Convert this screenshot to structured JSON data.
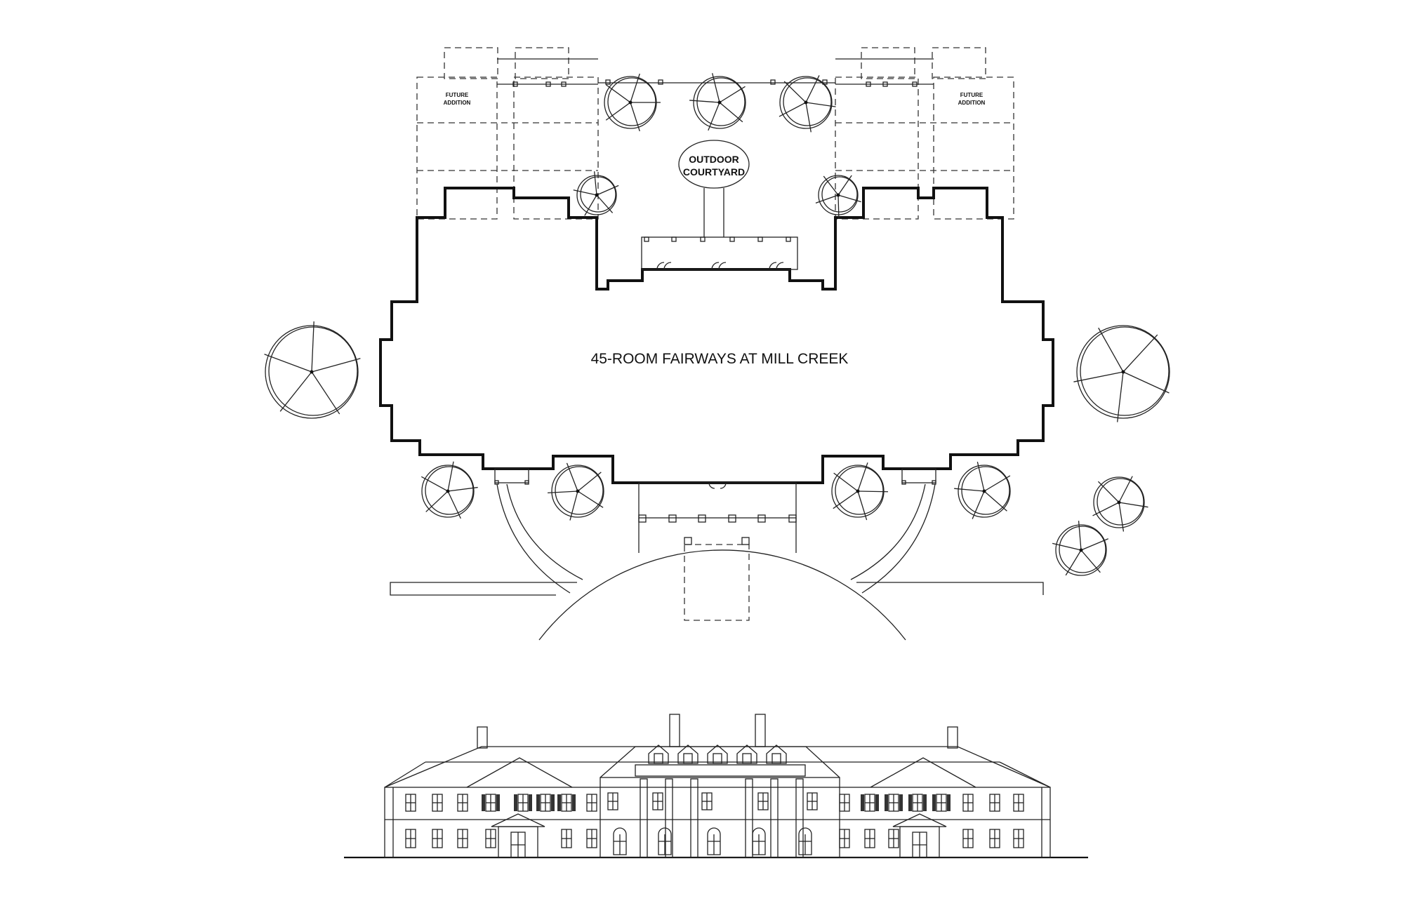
{
  "drawing": {
    "building_name": "45-ROOM FAIRWAYS AT MILL CREEK",
    "courtyard_label": {
      "line1": "OUTDOOR",
      "line2": "COURTYARD"
    },
    "future_addition_left": {
      "line1": "FUTURE",
      "line2": "ADDITION"
    },
    "future_addition_right": {
      "line1": "FUTURE",
      "line2": "ADDITION"
    }
  },
  "colors": {
    "background": "#ffffff",
    "linework": "#111111"
  }
}
